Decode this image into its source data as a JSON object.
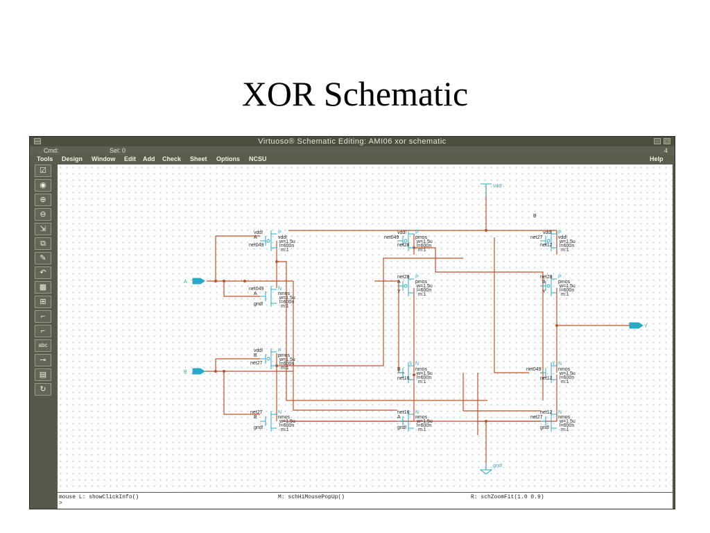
{
  "slide": {
    "title": "XOR Schematic"
  },
  "window": {
    "title": "Virtuoso® Schematic Editing: AMI06 xor schematic",
    "cmd_label": "Cmd:",
    "sel_label": "Sel: 0",
    "corner_number": "4"
  },
  "menu": [
    "Tools",
    "Design",
    "Window",
    "Edit",
    "Add",
    "Check",
    "Sheet",
    "Options",
    "NCSU"
  ],
  "help": "Help",
  "tools": [
    {
      "icon": "check-save-icon",
      "glyph": "☑"
    },
    {
      "icon": "zoom-fit-icon",
      "glyph": "◉"
    },
    {
      "icon": "zoom-in-icon",
      "glyph": "⊕"
    },
    {
      "icon": "zoom-out-icon",
      "glyph": "⊖"
    },
    {
      "icon": "stretch-icon",
      "glyph": "⇲"
    },
    {
      "icon": "copy-icon",
      "glyph": "⧉"
    },
    {
      "icon": "delete-icon",
      "glyph": "✎"
    },
    {
      "icon": "undo-icon",
      "glyph": "↶"
    },
    {
      "icon": "property-icon",
      "glyph": "▦"
    },
    {
      "icon": "instance-icon",
      "glyph": "⊞"
    },
    {
      "icon": "wire-narrow-icon",
      "glyph": "⌐"
    },
    {
      "icon": "wire-wide-icon",
      "glyph": "⌐"
    },
    {
      "icon": "wire-name-icon",
      "glyph": "abc"
    },
    {
      "icon": "pin-icon",
      "glyph": "⊸"
    },
    {
      "icon": "cellview-icon",
      "glyph": "▤"
    },
    {
      "icon": "return-icon",
      "glyph": "↻"
    }
  ],
  "status": {
    "mouse_left": "mouse L: showClickInfo()",
    "mouse_mid": "M: schHiMousePopUp()",
    "mouse_right": "R: schZoomFit(1.0 0.9)",
    "prompt": ">"
  },
  "schematic": {
    "pins": {
      "a": "A",
      "b": "B",
      "y": "Y",
      "vdd": "vdd!",
      "gnd": "gnd!"
    },
    "text_b": "B",
    "net": {
      "vdd": "vdd!",
      "gnd": "gnd!",
      "net049": "net049",
      "net27": "net27",
      "net28": "net28",
      "net16": "net16",
      "net12": "net12"
    },
    "dev": {
      "a": "A",
      "b": "B",
      "y": "Y",
      "vdd": "vdd!",
      "pmos": "pmos",
      "nmos": "nmos",
      "w": "w=1.5u",
      "l": "l=600n",
      "m": "m:1",
      "p": "P",
      "n": "N"
    }
  }
}
